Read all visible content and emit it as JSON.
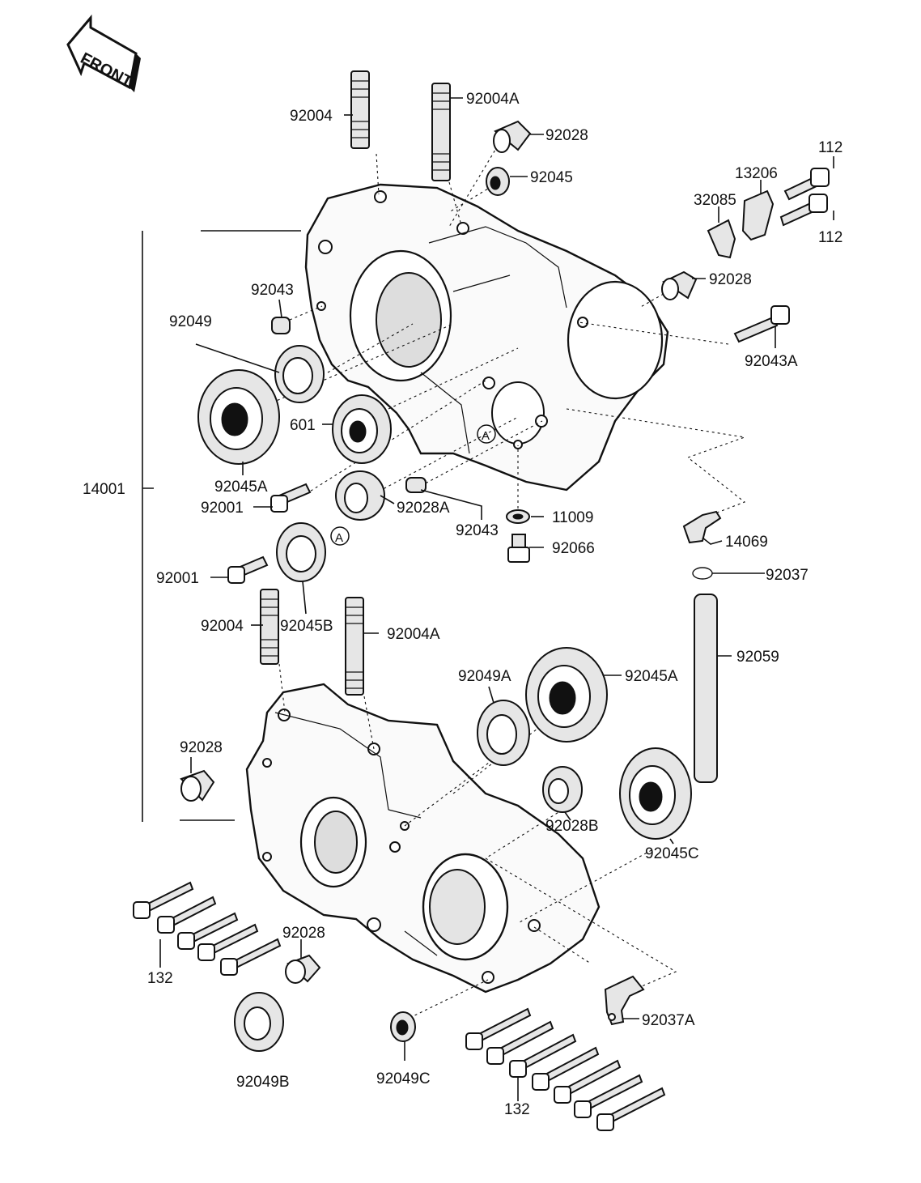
{
  "front_label": "FRONT",
  "labels": {
    "p92004_top": "92004",
    "p92004A_top": "92004A",
    "p92028_top": "92028",
    "p92045_top": "92045",
    "p112_a": "112",
    "p13206": "13206",
    "p32085": "32085",
    "p112_b": "112",
    "p92028_right": "92028",
    "p92043_left": "92043",
    "p92049": "92049",
    "p92043A": "92043A",
    "p601": "601",
    "p92045A_left": "92045A",
    "p14001": "14001",
    "p92001_a": "92001",
    "p92028A": "92028A",
    "p92043_mid": "92043",
    "p11009": "11009",
    "p92066": "92066",
    "p14069": "14069",
    "p92001_b": "92001",
    "p92037": "92037",
    "p92004_bot": "92004",
    "p92045B": "92045B",
    "p92004A_bot": "92004A",
    "p92059": "92059",
    "p92049A": "92049A",
    "p92045A_right": "92045A",
    "p92028_lower": "92028",
    "p92028B": "92028B",
    "p92045C": "92045C",
    "p132_left": "132",
    "p92028_bottom": "92028",
    "p92037A": "92037A",
    "p92049B": "92049B",
    "p92049C": "92049C",
    "p132_right": "132",
    "marker_a1": "A",
    "marker_a2": "A"
  }
}
